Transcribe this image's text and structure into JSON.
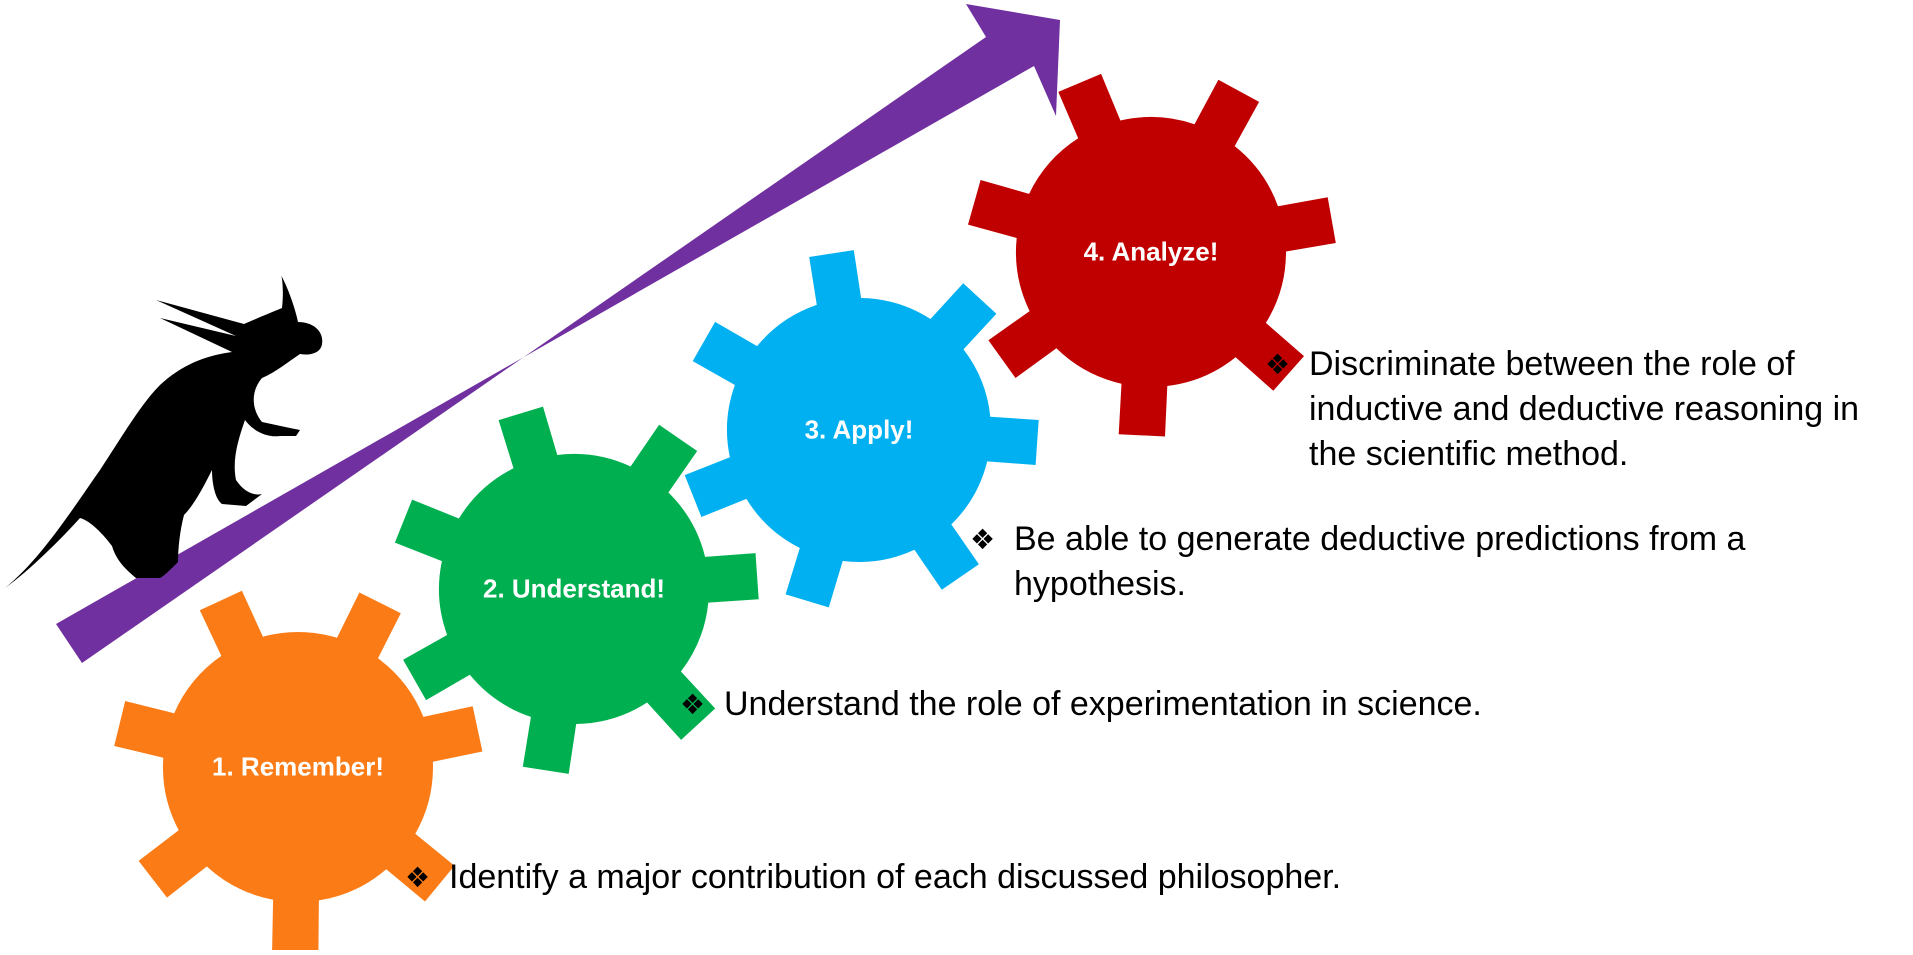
{
  "colors": {
    "arrow": "#7030a0",
    "text": "#000000",
    "label": "#ffffff",
    "silhouette": "#000000"
  },
  "icons": {
    "mascot": "dinosaur-silhouette-icon",
    "bullet": "four-diamond-bullet-icon"
  },
  "bullet_glyph": "❖",
  "steps": [
    {
      "label": "1. Remember!",
      "color": "#fb7c17",
      "objective": "Identify a major contribution of each discussed philosopher."
    },
    {
      "label": "2. Understand!",
      "color": "#00b050",
      "objective": "Understand the role of experimentation in science."
    },
    {
      "label": "3. Apply!",
      "color": "#00b0f0",
      "objective": "Be able to generate deductive predictions from a hypothesis."
    },
    {
      "label": "4. Analyze!",
      "color": "#c00000",
      "objective": "Discriminate between the role of inductive and deductive reasoning in the scientific method."
    }
  ]
}
